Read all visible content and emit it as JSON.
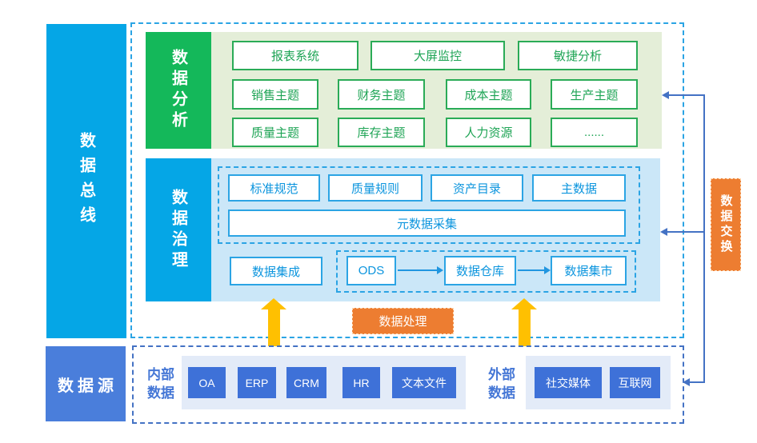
{
  "palette": {
    "cyan": "#05a6e6",
    "green": "#14b85a",
    "green_light": "#e4eed8",
    "green_border": "#2aab57",
    "blue_light": "#cbe7f8",
    "blue_border": "#2ba4e4",
    "orange": "#ed7d31",
    "yellow": "#ffc001",
    "royal_blue": "#4472c4",
    "source_blue": "#3e71d8"
  },
  "data_bus": {
    "label": "数据总线"
  },
  "analysis": {
    "label": "数据分析",
    "rows": [
      [
        "报表系统",
        "大屏监控",
        "敏捷分析"
      ],
      [
        "销售主题",
        "财务主题",
        "成本主题",
        "生产主题"
      ],
      [
        "质量主题",
        "库存主题",
        "人力资源",
        "......"
      ]
    ]
  },
  "governance": {
    "label": "数据治理",
    "standards": [
      "标准规范",
      "质量规则",
      "资产目录",
      "主数据"
    ],
    "metadata": "元数据采集",
    "integration": "数据集成",
    "pipeline": [
      "ODS",
      "数据仓库",
      "数据集市"
    ]
  },
  "processing": {
    "label": "数据处理"
  },
  "exchange": {
    "label": "数据交换"
  },
  "source": {
    "label": "数据源",
    "internal": {
      "label": "内部数据",
      "items": [
        "OA",
        "ERP",
        "CRM",
        "HR",
        "文本文件"
      ]
    },
    "external": {
      "label": "外部数据",
      "items": [
        "社交媒体",
        "互联网"
      ]
    }
  }
}
